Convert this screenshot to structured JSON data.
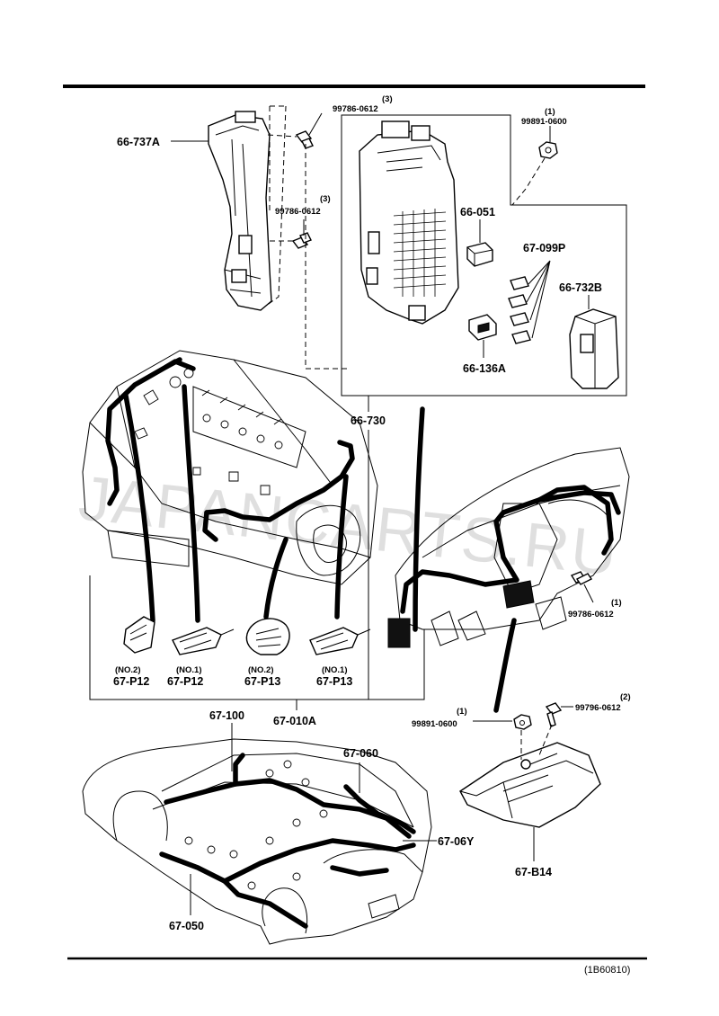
{
  "labels": {
    "bracket_main": "66-737A",
    "bolt_top_qty": "(3)",
    "bolt_top_pn": "99786-0612",
    "bolt_mid_qty": "(3)",
    "bolt_mid_pn": "99786-0612",
    "nut_top_qty": "(1)",
    "nut_top_pn": "99891-0600",
    "relay_66051": "66-051",
    "fuse_67099P": "67-099P",
    "cover_66732B": "66-732B",
    "relay_66136A": "66-136A",
    "junction_66730": "66-730",
    "conn_p12_no2_qty": "(NO.2)",
    "conn_p12_no2": "67-P12",
    "conn_p12_no1_qty": "(NO.1)",
    "conn_p12_no1": "67-P12",
    "conn_p13_no2_qty": "(NO.2)",
    "conn_p13_no2": "67-P13",
    "conn_p13_no1_qty": "(NO.1)",
    "conn_p13_no1": "67-P13",
    "harness_010A": "67-010A",
    "harness_100": "67-100",
    "harness_060": "67-060",
    "harness_06Y": "67-06Y",
    "harness_050": "67-050",
    "bolt_dash_qty": "(1)",
    "bolt_dash_pn": "99786-0612",
    "nut_b14_qty": "(1)",
    "nut_b14_pn": "99891-0600",
    "bolt_b14_qty": "(2)",
    "bolt_b14_pn": "99796-0612",
    "bracket_b14": "67-B14",
    "diagram_code": "(1B60810)"
  },
  "watermark": "JAPANCARTS.RU"
}
